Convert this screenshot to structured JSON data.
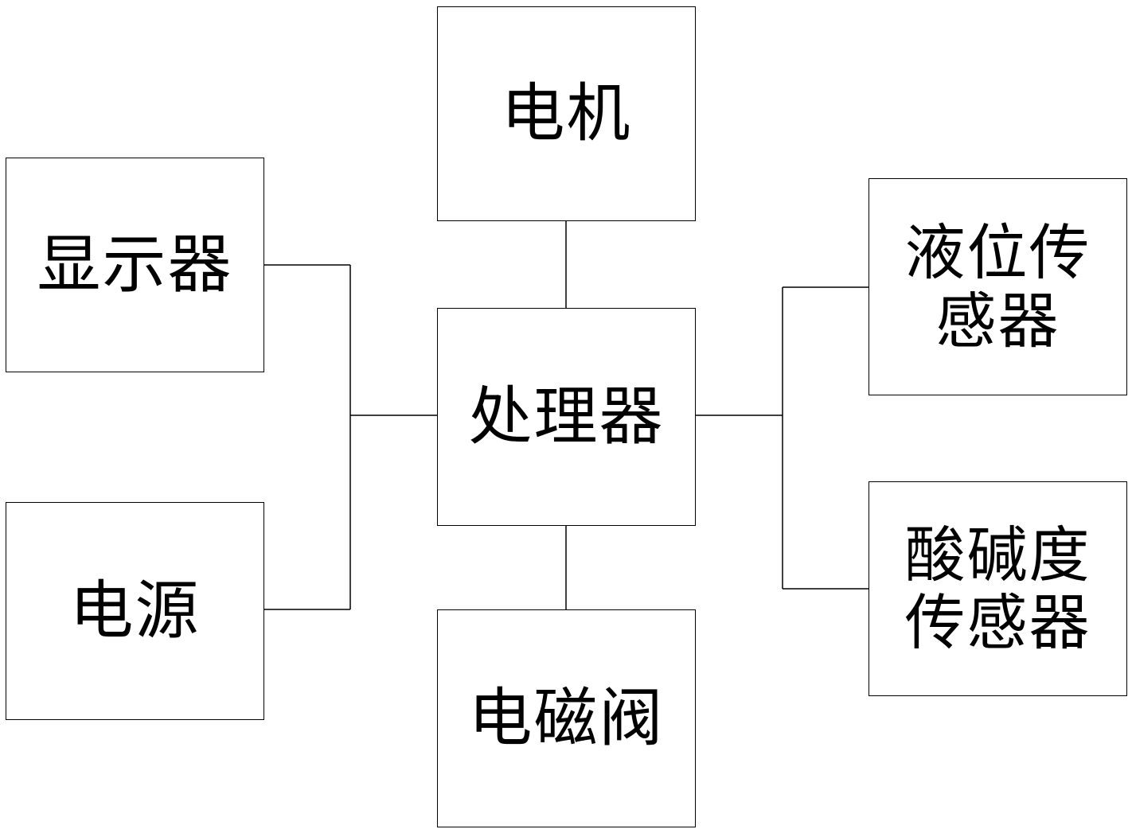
{
  "diagram": {
    "nodes": {
      "motor": {
        "label": "电机"
      },
      "display": {
        "label": "显示器"
      },
      "processor": {
        "label": "处理器"
      },
      "power": {
        "label": "电源"
      },
      "solenoid_valve": {
        "label": "电磁阀"
      },
      "level_sensor": {
        "label_lines": [
          "液位传",
          "感器"
        ]
      },
      "ph_sensor": {
        "label_lines": [
          "酸碱度",
          "传感器"
        ]
      }
    },
    "edges": [
      {
        "from": "processor",
        "to": "motor"
      },
      {
        "from": "processor",
        "to": "solenoid_valve"
      },
      {
        "from": "processor",
        "to": "display"
      },
      {
        "from": "processor",
        "to": "power"
      },
      {
        "from": "processor",
        "to": "level_sensor"
      },
      {
        "from": "processor",
        "to": "ph_sensor"
      }
    ],
    "colors": {
      "stroke": "#000000",
      "background": "#ffffff"
    }
  }
}
